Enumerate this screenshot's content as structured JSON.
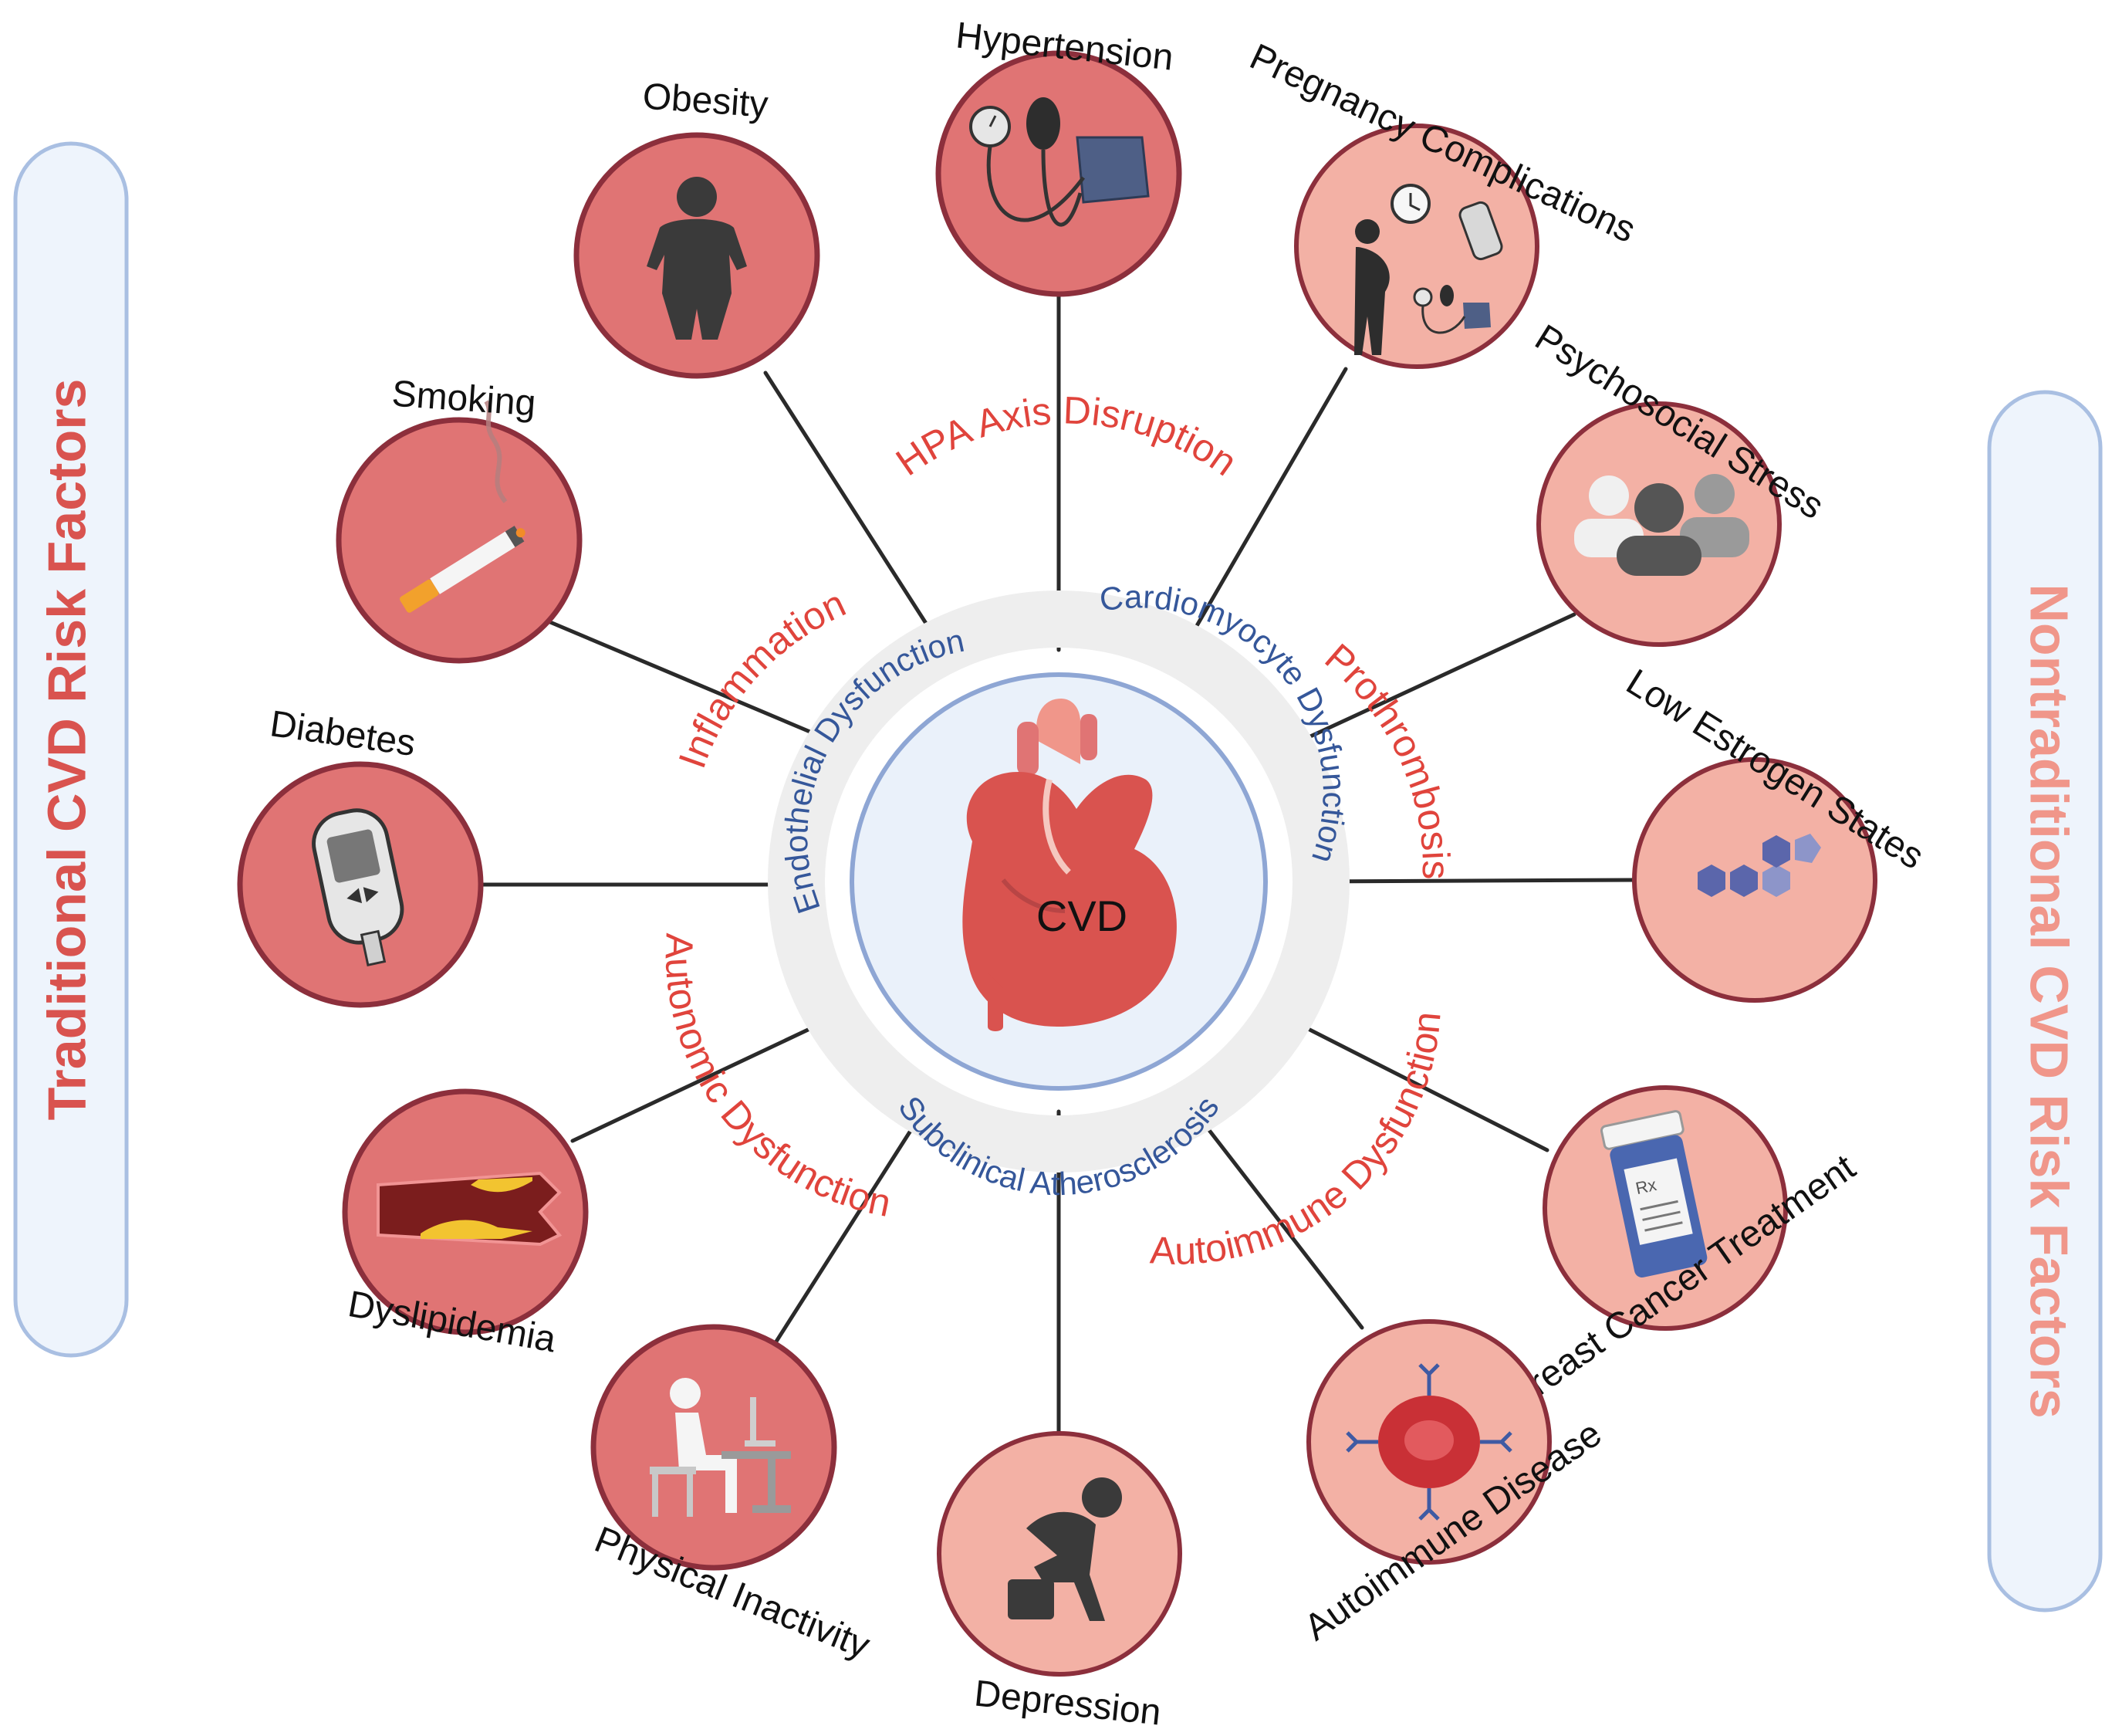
{
  "panels": {
    "left": "Traditional CVD Risk Factors",
    "right": "Nontraditional CVD Risk Factors"
  },
  "center": {
    "label": "CVD"
  },
  "inner_mechanisms": [
    "Endothelial Dysfunction",
    "Cardiomyocyte Dysfunction",
    "Subclinical Atherosclerosis"
  ],
  "outer_mechanisms": [
    "HPA Axis Disruption",
    "Prothrombosis",
    "Autoimmune Dysfunction",
    "Autonomic Dysfunction",
    "Inflammation"
  ],
  "risk_factors": {
    "traditional": [
      "Obesity",
      "Hypertension",
      "Smoking",
      "Diabetes",
      "Dyslipidemia",
      "Physical Inactivity"
    ],
    "nontraditional": [
      "Pregnancy Complications",
      "Psychosocial Stress",
      "Low Estrogen States",
      "Breast Cancer Treatment",
      "Autoimmune Disease",
      "Depression"
    ]
  },
  "colors": {
    "traditional_fill": "#e07474",
    "nontraditional_fill": "#f3b1a5",
    "node_stroke": "#8c2f3c",
    "mechanism_text": "#e0443c",
    "inner_text": "#35579a",
    "inner_circle_fill": "#eaf1fa",
    "inner_circle_stroke": "#8ea6d4",
    "ring_gray": "#eeeeee",
    "left_title": "#d9534f",
    "right_title": "#f0968a",
    "panel_fill": "#eef4fc",
    "panel_stroke": "#a9bfe2"
  }
}
